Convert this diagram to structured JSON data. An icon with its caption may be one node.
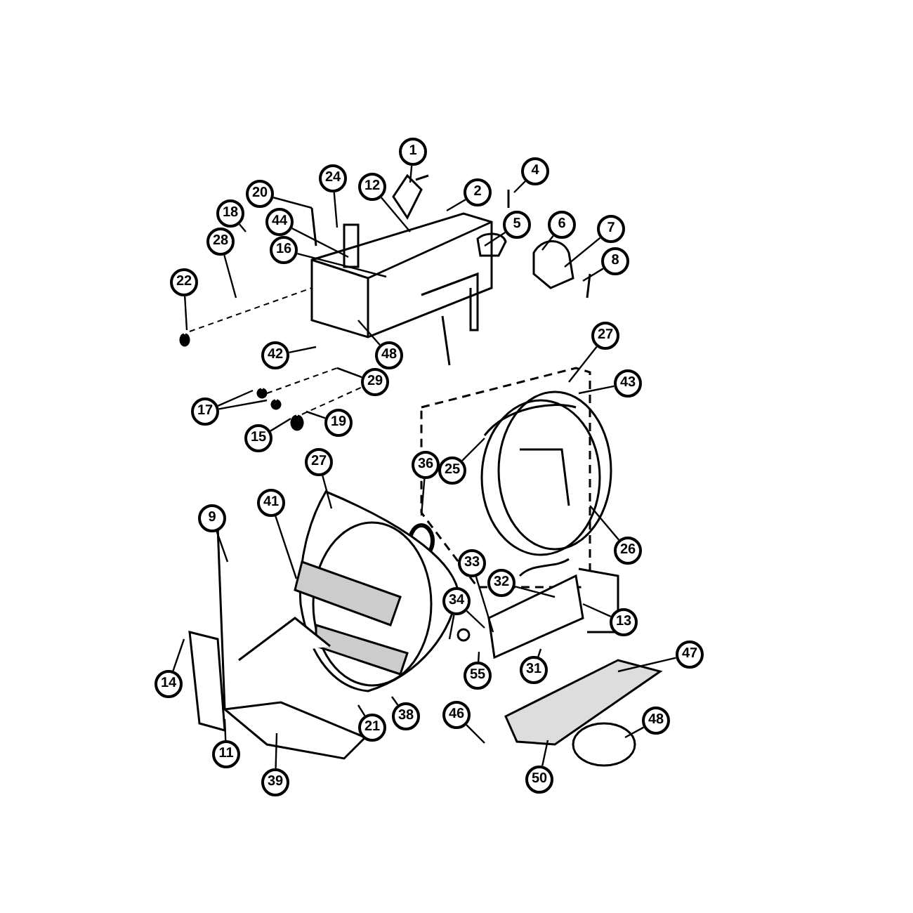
{
  "diagram": {
    "nodes": [
      {
        "text": [
          "1"
        ]
      },
      {
        "text": [
          "24"
        ]
      },
      {
        "text": [
          "2"
        ]
      },
      {
        "text": [
          "4"
        ]
      },
      {
        "text": [
          "20"
        ]
      },
      {
        "text": [
          "12"
        ]
      },
      {
        "text": [
          "44"
        ]
      },
      {
        "text": [
          "18"
        ]
      },
      {
        "text": [
          "16"
        ]
      },
      {
        "text": [
          "5"
        ]
      },
      {
        "text": [
          "6"
        ]
      },
      {
        "text": [
          "7"
        ]
      },
      {
        "text": [
          "28"
        ]
      },
      {
        "text": [
          "8"
        ]
      },
      {
        "text": [
          "22"
        ]
      },
      {
        "text": [
          "42"
        ]
      },
      {
        "text": [
          "48"
        ]
      },
      {
        "text": [
          "17"
        ]
      },
      {
        "text": [
          "29"
        ]
      },
      {
        "text": [
          "15"
        ]
      },
      {
        "text": [
          "19"
        ]
      },
      {
        "text": [
          "27"
        ]
      },
      {
        "text": [
          "43"
        ]
      },
      {
        "text": [
          "25"
        ]
      },
      {
        "text": [
          "36"
        ]
      },
      {
        "text": [
          "27"
        ]
      },
      {
        "text": [
          "26"
        ]
      },
      {
        "text": [
          "41"
        ]
      },
      {
        "text": [
          "9"
        ]
      },
      {
        "text": [
          "33"
        ]
      },
      {
        "text": [
          "32"
        ]
      },
      {
        "text": [
          "34"
        ]
      },
      {
        "text": [
          "13"
        ]
      },
      {
        "text": [
          "55"
        ]
      },
      {
        "text": [
          "31"
        ]
      },
      {
        "text": [
          "14"
        ]
      },
      {
        "text": [
          "47"
        ]
      },
      {
        "text": [
          "38"
        ]
      },
      {
        "text": [
          "21"
        ]
      },
      {
        "text": [
          "46"
        ]
      },
      {
        "text": [
          "11"
        ]
      },
      {
        "text": [
          "48"
        ]
      },
      {
        "text": [
          "50"
        ]
      },
      {
        "text": [
          "39"
        ]
      }
    ],
    "edges": [
      {
        "from": 0,
        "to": null,
        "arrow": "none"
      },
      {
        "from": 1,
        "to": null,
        "arrow": "none"
      },
      {
        "from": 2,
        "to": null,
        "arrow": "none"
      },
      {
        "from": 3,
        "to": null,
        "arrow": "none"
      },
      {
        "from": 4,
        "to": null,
        "arrow": "none"
      },
      {
        "from": 5,
        "to": null,
        "arrow": "none"
      },
      {
        "from": 6,
        "to": null,
        "arrow": "none"
      },
      {
        "from": 7,
        "to": null,
        "arrow": "none"
      },
      {
        "from": 8,
        "to": null,
        "arrow": "none"
      },
      {
        "from": 9,
        "to": null,
        "arrow": "none"
      },
      {
        "from": 10,
        "to": null,
        "arrow": "none"
      },
      {
        "from": 11,
        "to": null,
        "arrow": "none"
      },
      {
        "from": 12,
        "to": null,
        "arrow": "none"
      },
      {
        "from": 13,
        "to": null,
        "arrow": "none"
      },
      {
        "from": 14,
        "to": null,
        "arrow": "none"
      },
      {
        "from": 15,
        "to": null,
        "arrow": "none"
      },
      {
        "from": 16,
        "to": null,
        "arrow": "none"
      },
      {
        "from": 17,
        "to": null,
        "arrow": "none"
      },
      {
        "from": 17,
        "to": null,
        "arrow": "none"
      },
      {
        "from": 18,
        "to": null,
        "arrow": "none"
      },
      {
        "from": 19,
        "to": null,
        "arrow": "none"
      },
      {
        "from": 20,
        "to": null,
        "arrow": "none"
      },
      {
        "from": 21,
        "to": null,
        "arrow": "none"
      },
      {
        "from": 22,
        "to": null,
        "arrow": "none"
      },
      {
        "from": 23,
        "to": null,
        "arrow": "none"
      },
      {
        "from": 24,
        "to": null,
        "arrow": "none"
      },
      {
        "from": 25,
        "to": null,
        "arrow": "none"
      },
      {
        "from": 26,
        "to": null,
        "arrow": "none"
      },
      {
        "from": 27,
        "to": null,
        "arrow": "none"
      },
      {
        "from": 28,
        "to": null,
        "arrow": "none"
      },
      {
        "from": 29,
        "to": null,
        "arrow": "none"
      },
      {
        "from": 30,
        "to": null,
        "arrow": "none"
      },
      {
        "from": 31,
        "to": null,
        "arrow": "none"
      },
      {
        "from": 31,
        "to": null,
        "arrow": "none"
      },
      {
        "from": 32,
        "to": null,
        "arrow": "none"
      },
      {
        "from": 33,
        "to": null,
        "arrow": "none"
      },
      {
        "from": 34,
        "to": null,
        "arrow": "none"
      },
      {
        "from": 35,
        "to": null,
        "arrow": "none"
      },
      {
        "from": 36,
        "to": null,
        "arrow": "none"
      },
      {
        "from": 37,
        "to": null,
        "arrow": "none"
      },
      {
        "from": 38,
        "to": null,
        "arrow": "none"
      },
      {
        "from": 39,
        "to": null,
        "arrow": "none"
      },
      {
        "from": 40,
        "to": null,
        "arrow": "none"
      },
      {
        "from": 41,
        "to": null,
        "arrow": "none"
      },
      {
        "from": 42,
        "to": null,
        "arrow": "none"
      },
      {
        "from": 43,
        "to": null,
        "arrow": "none"
      }
    ]
  }
}
